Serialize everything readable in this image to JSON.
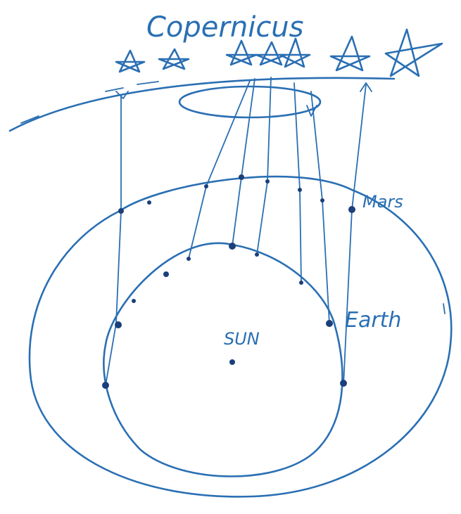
{
  "title": "Copernicus",
  "labels": {
    "mars": "Mars",
    "earth": "Earth",
    "sun": "SUN"
  },
  "ink_color": "#2a6fb3",
  "dot_color": "#1b3f7a",
  "background": "#ffffff"
}
